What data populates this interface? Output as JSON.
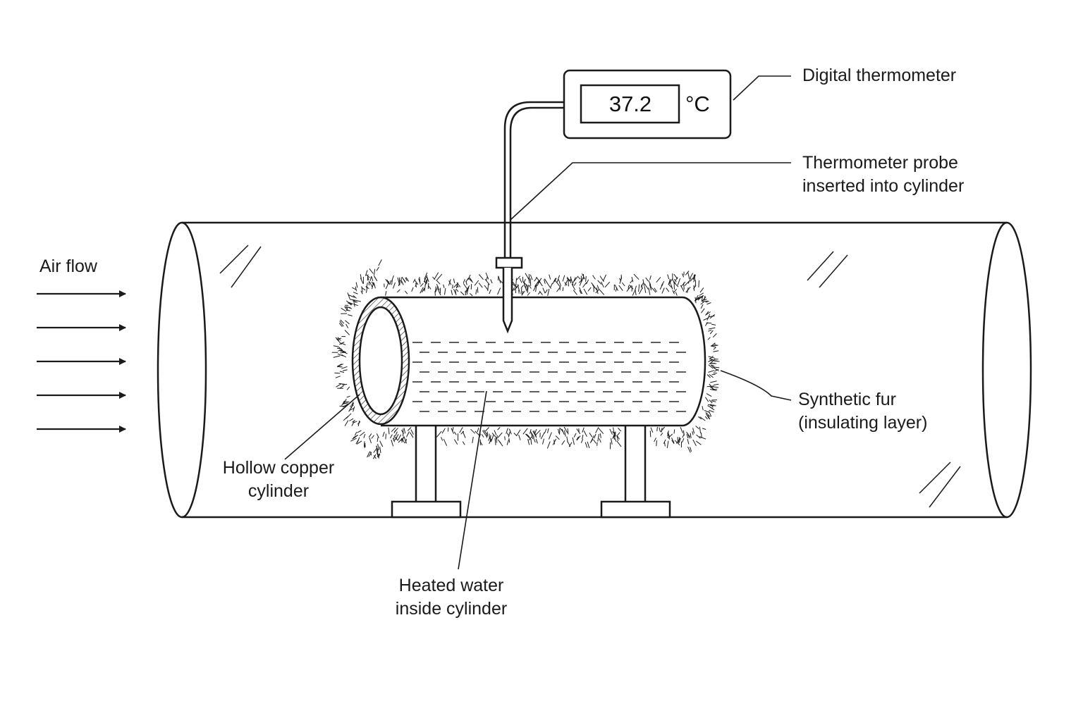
{
  "labels": {
    "air_flow": "Air flow",
    "digital_thermometer": "Digital thermometer",
    "probe_line1": "Thermometer probe",
    "probe_line2": "inserted into cylinder",
    "fur_line1": "Synthetic fur",
    "fur_line2": "(insulating layer)",
    "copper_line1": "Hollow copper",
    "copper_line2": "cylinder",
    "water_line1": "Heated water",
    "water_line2": "inside cylinder"
  },
  "thermometer": {
    "reading": "37.2",
    "unit": "°C"
  },
  "air_flow_arrow_count": 5,
  "colors": {
    "line": "#1a1a1a",
    "background": "#ffffff"
  }
}
